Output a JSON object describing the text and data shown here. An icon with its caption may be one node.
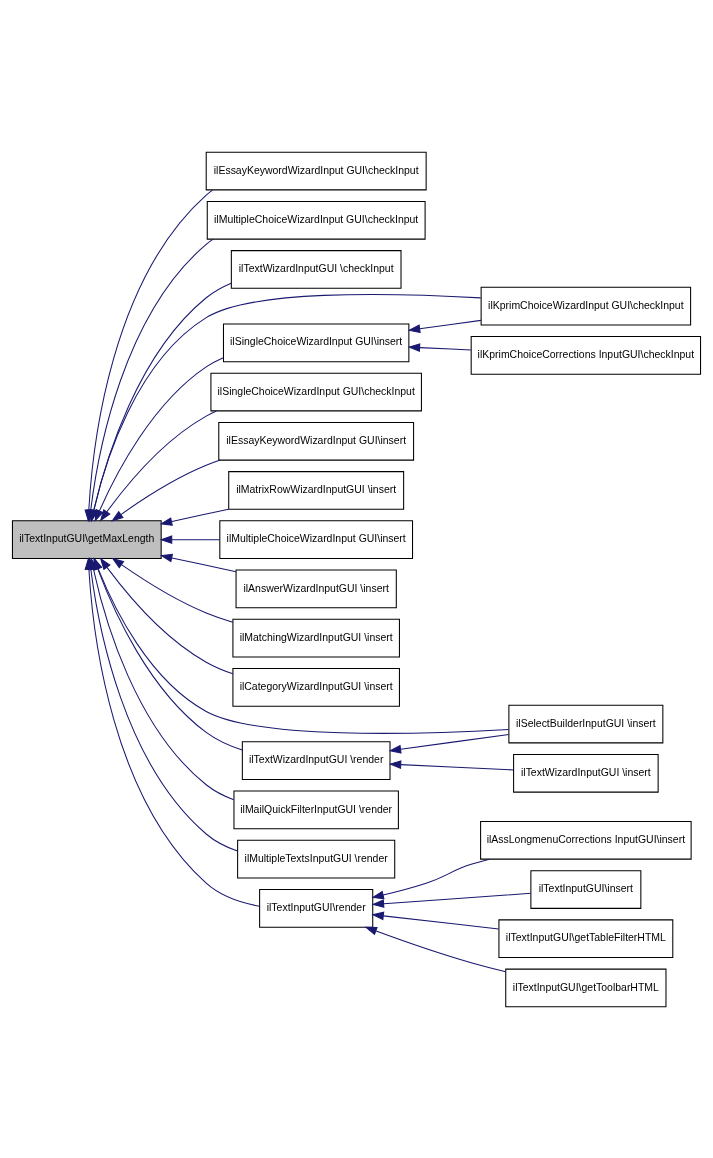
{
  "diagram": {
    "nodes": [
      {
        "text": [
          "ilTextInputGUI\\getMaxLength"
        ]
      },
      {
        "text": [
          "ilEssayKeywordWizardInput GUI\\checkInput"
        ]
      },
      {
        "text": [
          "ilMultipleChoiceWizardInput GUI\\checkInput"
        ]
      },
      {
        "text": [
          "ilTextWizardInputGUI \\checkInput"
        ]
      },
      {
        "text": [
          "ilKprimChoiceWizardInput GUI\\checkInput"
        ]
      },
      {
        "text": [
          "ilSingleChoiceWizardInput GUI\\checkInput"
        ]
      },
      {
        "text": [
          "ilEssayKeywordWizardInput GUI\\insert"
        ]
      },
      {
        "text": [
          "ilSingleChoiceWizardInput GUI\\insert"
        ]
      },
      {
        "text": [
          "ilKprimChoiceCorrections InputGUI\\checkInput"
        ]
      },
      {
        "text": [
          "ilMatrixRowWizardInputGUI \\insert"
        ]
      },
      {
        "text": [
          "ilMultipleChoiceWizardInput GUI\\insert"
        ]
      },
      {
        "text": [
          "ilAnswerWizardInputGUI \\insert"
        ]
      },
      {
        "text": [
          "ilMatchingWizardInputGUI \\insert"
        ]
      },
      {
        "text": [
          "ilCategoryWizardInputGUI \\insert"
        ]
      },
      {
        "text": [
          "ilSelectBuilderInputGUI \\insert"
        ]
      },
      {
        "text": [
          "ilMailQuickFilterInputGUI \\render"
        ]
      },
      {
        "text": [
          "ilTextWizardInputGUI \\render"
        ]
      },
      {
        "text": [
          "ilTextWizardInputGUI \\insert"
        ]
      },
      {
        "text": [
          "ilMultipleTextsInputGUI \\render"
        ]
      },
      {
        "text": [
          "ilTextInputGUI\\render"
        ]
      },
      {
        "text": [
          "ilAssLongmenuCorrections InputGUI\\insert"
        ]
      },
      {
        "text": [
          "ilTextInputGUI\\insert"
        ]
      },
      {
        "text": [
          "ilTextInputGUI\\getTableFilterHTML"
        ]
      },
      {
        "text": [
          "ilTextInputGUI\\getToolbarHTML"
        ]
      }
    ],
    "edges": [
      {
        "from": 1,
        "to": 0,
        "arrow": "to"
      },
      {
        "from": 2,
        "to": 0,
        "arrow": "to"
      },
      {
        "from": 3,
        "to": 0,
        "arrow": "to"
      },
      {
        "from": 4,
        "to": 0,
        "arrow": "to"
      },
      {
        "from": 5,
        "to": 0,
        "arrow": "to"
      },
      {
        "from": 6,
        "to": 0,
        "arrow": "to"
      },
      {
        "from": 7,
        "to": 0,
        "arrow": "to"
      },
      {
        "from": 9,
        "to": 0,
        "arrow": "to"
      },
      {
        "from": 10,
        "to": 0,
        "arrow": "to"
      },
      {
        "from": 11,
        "to": 0,
        "arrow": "to"
      },
      {
        "from": 12,
        "to": 0,
        "arrow": "to"
      },
      {
        "from": 13,
        "to": 0,
        "arrow": "to"
      },
      {
        "from": 14,
        "to": 0,
        "arrow": "to"
      },
      {
        "from": 15,
        "to": 0,
        "arrow": "to"
      },
      {
        "from": 16,
        "to": 0,
        "arrow": "to"
      },
      {
        "from": 18,
        "to": 0,
        "arrow": "to"
      },
      {
        "from": 19,
        "to": 0,
        "arrow": "to"
      },
      {
        "from": 4,
        "to": 7,
        "arrow": "to"
      },
      {
        "from": 8,
        "to": 7,
        "arrow": "to"
      },
      {
        "from": 14,
        "to": 16,
        "arrow": "to"
      },
      {
        "from": 17,
        "to": 16,
        "arrow": "to"
      },
      {
        "from": 20,
        "to": 19,
        "arrow": "to"
      },
      {
        "from": 21,
        "to": 19,
        "arrow": "to"
      },
      {
        "from": 22,
        "to": 19,
        "arrow": "to"
      },
      {
        "from": 23,
        "to": 19,
        "arrow": "to"
      }
    ]
  }
}
